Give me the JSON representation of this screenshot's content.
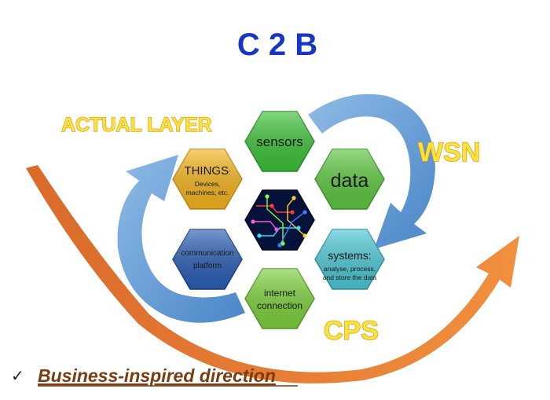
{
  "title": "C 2 B",
  "labels": {
    "actual_layer": "ACTUAL LAYER",
    "wsn": "WSN",
    "cps": "CPS"
  },
  "hexagons": {
    "sensors": {
      "title": "sensors",
      "color": "#3ec33a"
    },
    "data": {
      "title": "data",
      "color": "#5ec941"
    },
    "things": {
      "title": "THINGS",
      "title_suffix": ":",
      "line1": "Devices,",
      "line2": "machines, etc.",
      "color": "#f6b61e"
    },
    "systems": {
      "title": "systems:",
      "line1": "analyse, process,",
      "line2": "and store the data",
      "color": "#4ec9d6"
    },
    "communication": {
      "line1": "communication",
      "line2": "platform",
      "color": "#2c5fb6"
    },
    "internet": {
      "line1": "internet",
      "line2": "connection",
      "color": "#7fd23e"
    },
    "center": {
      "color": "#07123a"
    }
  },
  "direction": {
    "check": "✓",
    "text": "Business-inspired direction"
  },
  "colors": {
    "title": "#1637c6",
    "layer_fill": "#f5e53a",
    "layer_stroke": "#e88a1a",
    "blue_arrow": "#5b9bd5",
    "orange_arrow": "#ea7a2a"
  }
}
